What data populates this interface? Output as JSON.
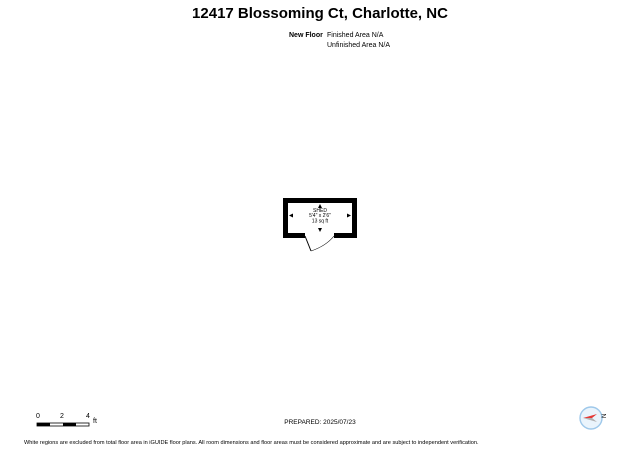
{
  "header": {
    "title": "12417 Blossoming Ct, Charlotte, NC"
  },
  "floor_info": {
    "floor_name": "New Floor",
    "finished_area": "Finished Area N/A",
    "unfinished_area": "Unfinished Area N/A"
  },
  "room": {
    "name": "SHED",
    "dimensions": "5'4\" x 2'6\"",
    "area": "13 sq ft"
  },
  "scale_bar": {
    "labels": [
      "0",
      "2",
      "4"
    ],
    "unit": "ft"
  },
  "footer": {
    "prepared": "PREPARED: 2025/07/23",
    "disclaimer": "White regions are excluded from total floor area in iGUIDE floor plans. All room dimensions and floor areas must be considered approximate and are subject to independent verification."
  },
  "compass": {
    "label": "N",
    "accent_color": "#e53935",
    "ring_color": "#9ec8ea"
  }
}
